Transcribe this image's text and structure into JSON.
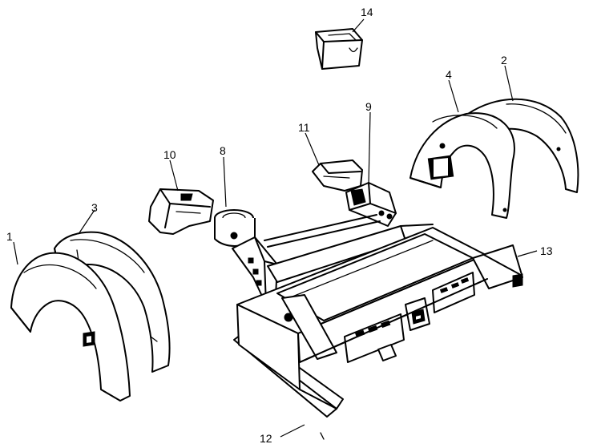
{
  "callouts": [
    {
      "id": "1",
      "text": "1"
    },
    {
      "id": "2",
      "text": "2"
    },
    {
      "id": "3",
      "text": "3"
    },
    {
      "id": "4",
      "text": "4"
    },
    {
      "id": "8",
      "text": "8"
    },
    {
      "id": "9",
      "text": "9"
    },
    {
      "id": "10",
      "text": "10"
    },
    {
      "id": "11",
      "text": "11"
    },
    {
      "id": "12",
      "text": "12"
    },
    {
      "id": "13",
      "text": "13"
    },
    {
      "id": "14",
      "text": "14"
    }
  ]
}
